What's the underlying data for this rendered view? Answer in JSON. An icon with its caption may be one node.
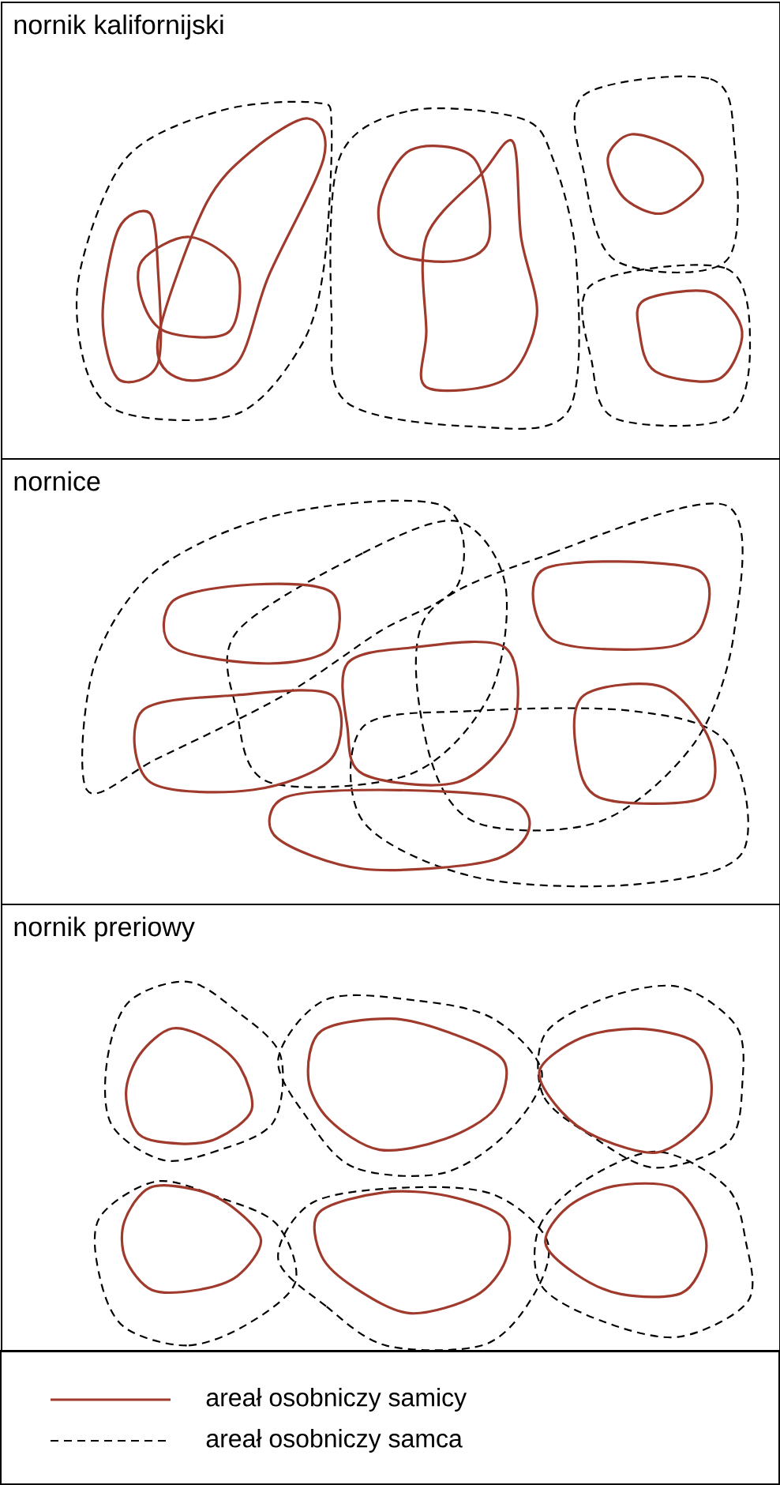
{
  "diagram": {
    "nodes": [
      {
        "text": [
          "nornik kalifornijski"
        ]
      },
      {
        "text": [
          "nornice"
        ]
      },
      {
        "text": [
          "nornik preriowy"
        ]
      }
    ],
    "legend": [
      {
        "text": "areał osobniczy samicy"
      },
      {
        "text": "areał osobniczy samca"
      }
    ]
  }
}
